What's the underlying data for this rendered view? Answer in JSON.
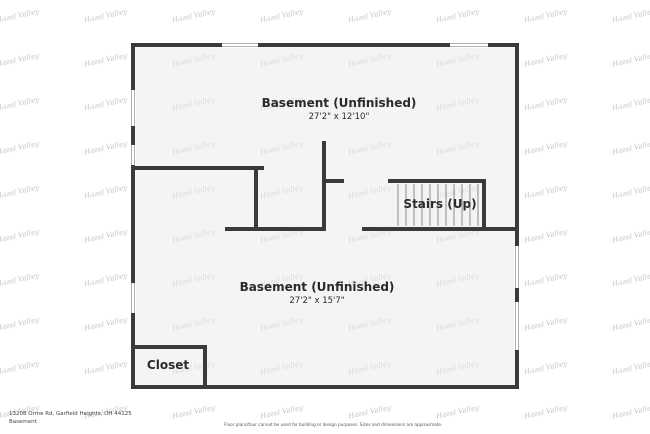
{
  "watermark": {
    "text": "Hazel Valley"
  },
  "rooms": {
    "basement_upper": {
      "name": "Basement (Unfinished)",
      "dimensions": "27'2\" x 12'10\""
    },
    "basement_lower": {
      "name": "Basement (Unfinished)",
      "dimensions": "27'2\" x 15'7\""
    },
    "stairs": {
      "name": "Stairs (Up)"
    },
    "closet": {
      "name": "Closet"
    }
  },
  "footer": {
    "address": "13208 Orme Rd, Garfield Heights, OH 44125",
    "floor": "Basement",
    "disclaimer": "Floor plans/tour cannot be used for building or design purposes. Sizes and dimensions are approximate."
  },
  "colors": {
    "wall": "#3a3a3a",
    "floor": "#f4f4f4",
    "window": "#b0b0b0",
    "watermark": "#c4c4c4"
  }
}
